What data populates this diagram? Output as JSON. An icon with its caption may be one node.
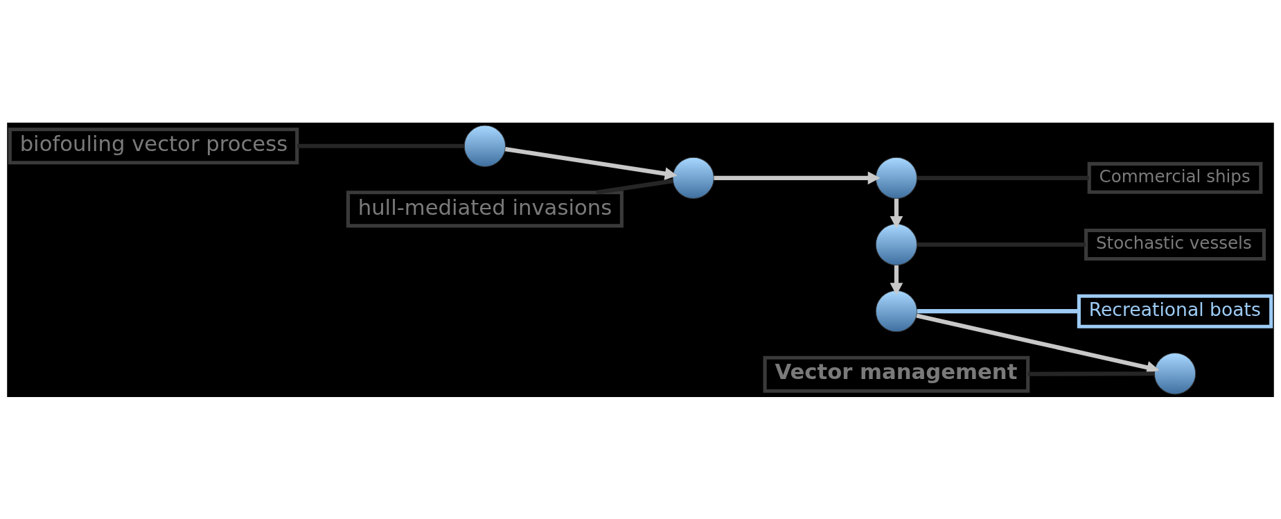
{
  "diagram": {
    "nodes": [
      {
        "text": [
          "biofouling vector process"
        ]
      },
      {
        "text": [],
        "shape": "circle"
      },
      {
        "text": [],
        "shape": "circle"
      },
      {
        "text": [
          "hull-mediated invasions"
        ]
      },
      {
        "text": [],
        "shape": "circle"
      },
      {
        "text": [
          "Commercial ships"
        ]
      },
      {
        "text": [],
        "shape": "circle"
      },
      {
        "text": [
          "Stochastic vessels"
        ]
      },
      {
        "text": [],
        "shape": "circle"
      },
      {
        "text": [
          "Recreational boats"
        ]
      },
      {
        "text": [
          "Vector management"
        ]
      },
      {
        "text": [],
        "shape": "circle"
      }
    ],
    "edges": [
      {
        "from": 0,
        "to": 1,
        "arrow": "none",
        "color": "#262626"
      },
      {
        "from": 1,
        "to": 2,
        "arrow": "to",
        "color": "#c8c8c8"
      },
      {
        "from": 3,
        "to": 2,
        "arrow": "none",
        "color": "#262626"
      },
      {
        "from": 2,
        "to": 4,
        "arrow": "to",
        "color": "#c8c8c8"
      },
      {
        "from": 4,
        "to": 5,
        "arrow": "none",
        "color": "#262626"
      },
      {
        "from": 4,
        "to": 6,
        "arrow": "to",
        "color": "#c8c8c8"
      },
      {
        "from": 6,
        "to": 7,
        "arrow": "none",
        "color": "#262626"
      },
      {
        "from": 6,
        "to": 8,
        "arrow": "to",
        "color": "#c8c8c8"
      },
      {
        "from": 8,
        "to": 9,
        "arrow": "none",
        "color": "#9dcbf5"
      },
      {
        "from": 8,
        "to": 11,
        "arrow": "to",
        "color": "#c8c8c8"
      },
      {
        "from": 10,
        "to": 11,
        "arrow": "none",
        "color": "#262626"
      }
    ]
  }
}
